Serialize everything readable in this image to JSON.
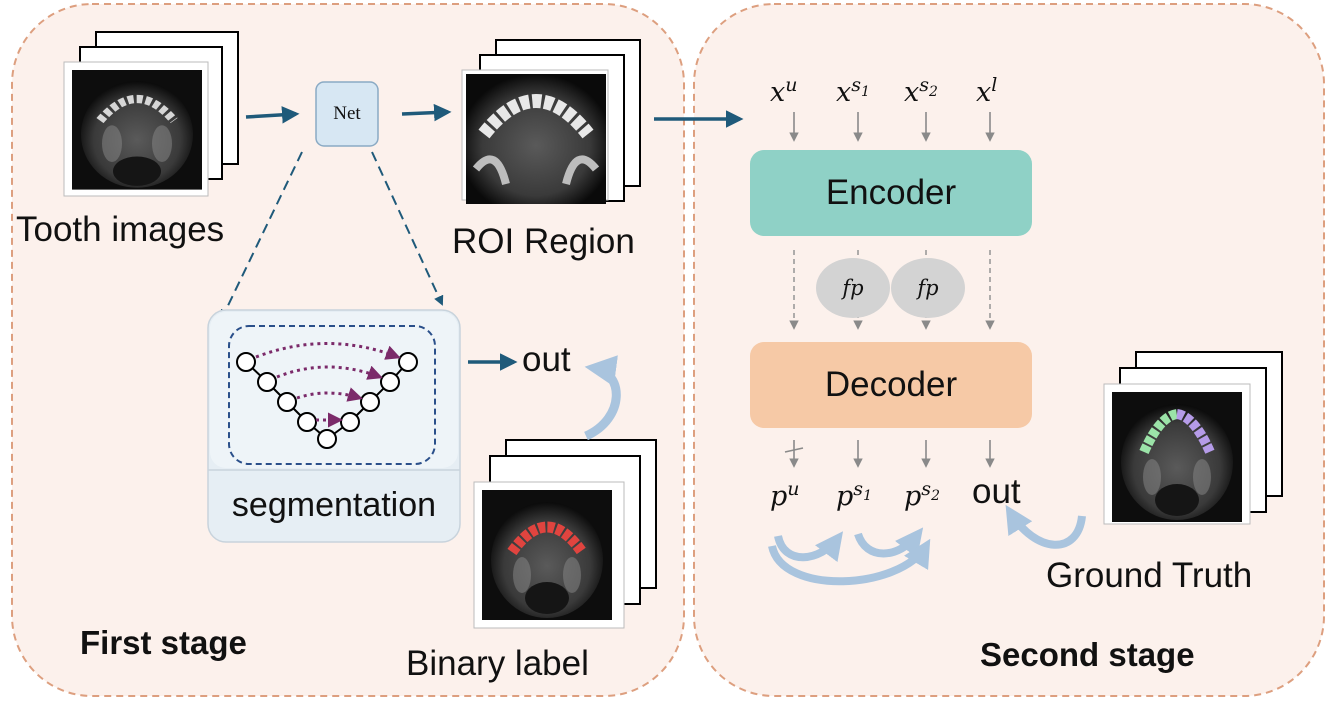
{
  "first_stage": {
    "title": "First stage",
    "input_label": "Tooth images",
    "net_label": "Net",
    "roi_label": "ROI Region",
    "segmentation_label": "segmentation",
    "out_label": "out",
    "binary_label": "Binary label"
  },
  "second_stage": {
    "title": "Second stage",
    "inputs": [
      {
        "base": "x",
        "sup": "u",
        "sub": ""
      },
      {
        "base": "x",
        "sup": "s",
        "sub": "1"
      },
      {
        "base": "x",
        "sup": "s",
        "sub": "2"
      },
      {
        "base": "x",
        "sup": "l",
        "sub": ""
      }
    ],
    "encoder_label": "Encoder",
    "fp_labels": [
      "fp",
      "fp"
    ],
    "decoder_label": "Decoder",
    "outputs": [
      {
        "base": "p",
        "sup": "u",
        "sub": ""
      },
      {
        "base": "p",
        "sup": "s",
        "sub": "1"
      },
      {
        "base": "p",
        "sup": "s",
        "sub": "2"
      }
    ],
    "out_label": "out",
    "ground_truth_label": "Ground Truth"
  },
  "colors": {
    "stage_fill": "#fcf1ec",
    "stage_border": "#dd9f7f",
    "arrow": "#1f5a7a",
    "encoder": "#8fd1c6",
    "decoder": "#f6c9a6",
    "fp": "#d3d3d3",
    "net_box": "#d7e7f3",
    "seg_box": "#e6eef4",
    "skip": "#7b2a6a",
    "teeth_mask": "#e0443f"
  }
}
